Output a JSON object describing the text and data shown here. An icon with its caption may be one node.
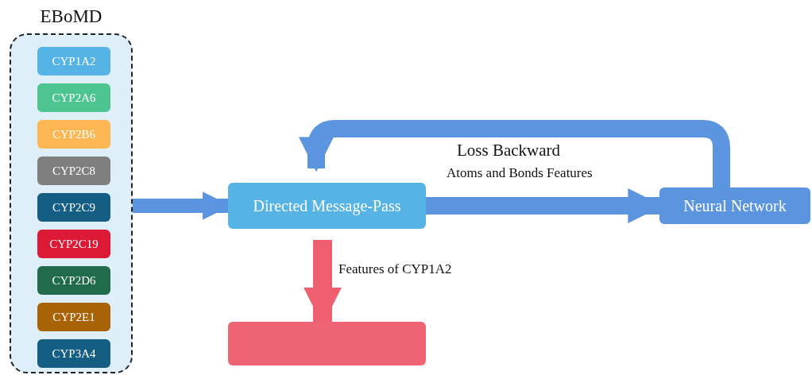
{
  "diagram": {
    "nodes": [
      {
        "text": [
          "EBoMD"
        ]
      },
      {
        "text": [
          "CYP1A2"
        ],
        "in": 0
      },
      {
        "text": [
          "CYP2A6"
        ],
        "in": 0
      },
      {
        "text": [
          "CYP2B6"
        ],
        "in": 0
      },
      {
        "text": [
          "CYP2C8"
        ],
        "in": 0
      },
      {
        "text": [
          "CYP2C9"
        ],
        "in": 0
      },
      {
        "text": [
          "CYP2C19"
        ],
        "in": 0
      },
      {
        "text": [
          "CYP2D6"
        ],
        "in": 0
      },
      {
        "text": [
          "CYP2E1"
        ],
        "in": 0
      },
      {
        "text": [
          "CYP3A4"
        ],
        "in": 0
      },
      {
        "text": [
          "Directed Message-Pass"
        ]
      },
      {
        "text": [
          "Neural Network"
        ]
      },
      {
        "text": [],
        "shape": "box"
      }
    ],
    "edges": [
      {
        "from": 0,
        "to": 10,
        "arrow": "to"
      },
      {
        "from": 10,
        "to": 11,
        "arrow": "to",
        "label": "Atoms and Bonds Features"
      },
      {
        "from": 11,
        "to": 10,
        "arrow": "to",
        "label": "Loss Backward"
      },
      {
        "from": 10,
        "to": 12,
        "arrow": "to",
        "label": "Features of CYP1A2",
        "color": "#ee6070"
      }
    ]
  }
}
